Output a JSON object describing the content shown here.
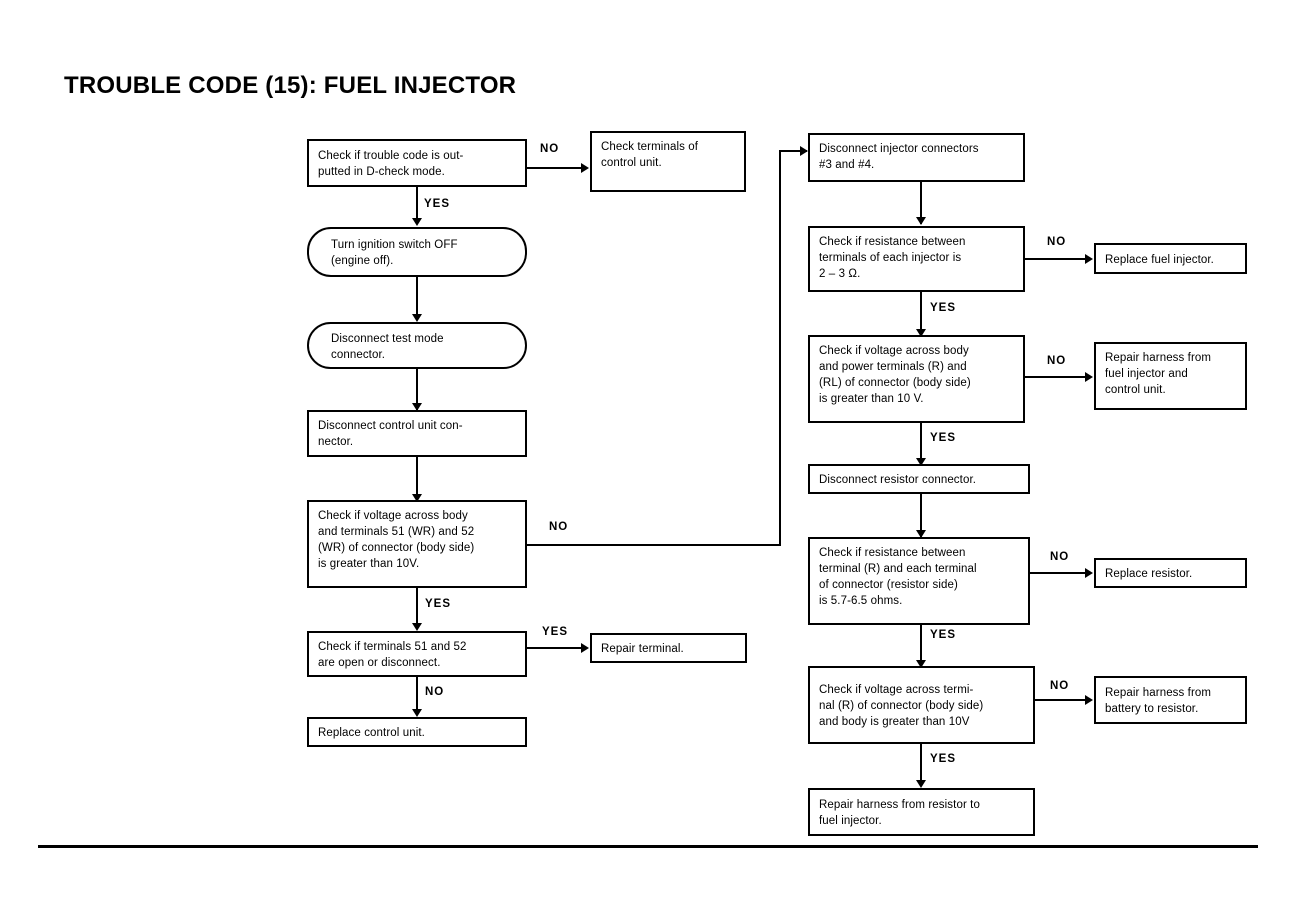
{
  "page": {
    "title": "TROUBLE CODE (15): FUEL INJECTOR",
    "ink_color": "#000000",
    "background_color": "#ffffff"
  },
  "nodes": {
    "n1": {
      "id": "check-trouble-code-output",
      "shape": "rect",
      "lines": [
        "Check if trouble code is out-",
        "putted in D-check mode."
      ]
    },
    "n2": {
      "id": "check-terminals-control-unit",
      "shape": "rect",
      "lines": [
        "Check terminals of",
        "control unit."
      ]
    },
    "n3": {
      "id": "turn-ignition-switch-off",
      "shape": "rounded",
      "lines": [
        "Turn ignition switch OFF",
        "(engine off)."
      ]
    },
    "n4": {
      "id": "disconnect-test-mode-connector",
      "shape": "rounded",
      "lines": [
        "Disconnect test mode",
        "connector."
      ]
    },
    "n5": {
      "id": "disconnect-control-unit-connector",
      "shape": "rect",
      "lines": [
        "Disconnect control unit con-",
        "nector."
      ]
    },
    "n6": {
      "id": "check-voltage-terminals-51-52",
      "shape": "rect",
      "lines": [
        "Check if voltage across body",
        "and terminals 51 (WR) and 52",
        "(WR) of connector (body side)",
        "is greater than 10V."
      ]
    },
    "n7": {
      "id": "check-terminals-51-52-open",
      "shape": "rect",
      "lines": [
        "Check if terminals 51 and 52",
        "are open or disconnect."
      ]
    },
    "n8": {
      "id": "repair-terminal",
      "shape": "rect",
      "lines": [
        "Repair terminal."
      ]
    },
    "n9": {
      "id": "replace-control-unit",
      "shape": "rect",
      "lines": [
        "Replace control unit."
      ]
    },
    "n10": {
      "id": "disconnect-injector-connectors",
      "shape": "rect",
      "lines": [
        "Disconnect injector connectors",
        "#3 and #4."
      ]
    },
    "n11": {
      "id": "check-resistance-injector-terminals",
      "shape": "rect",
      "lines": [
        "Check if resistance between",
        "terminals of each injector is",
        "2 – 3 Ω."
      ]
    },
    "n12": {
      "id": "replace-fuel-injector",
      "shape": "rect",
      "lines": [
        "Replace fuel injector."
      ]
    },
    "n13": {
      "id": "check-voltage-power-terminals",
      "shape": "rect",
      "lines": [
        "Check if voltage across body",
        "and power terminals (R) and",
        "(RL) of connector (body side)",
        "is greater than 10 V."
      ]
    },
    "n14": {
      "id": "repair-harness-injector-control-unit",
      "shape": "rect",
      "lines": [
        "Repair harness from",
        "fuel injector and",
        "control unit."
      ]
    },
    "n15": {
      "id": "disconnect-resistor-connector",
      "shape": "rect",
      "lines": [
        "Disconnect resistor connector."
      ]
    },
    "n16": {
      "id": "check-resistance-resistor-side",
      "shape": "rect",
      "lines": [
        "Check if resistance between",
        "terminal (R) and each terminal",
        "of connector (resistor side)",
        "is 5.7-6.5 ohms."
      ]
    },
    "n17": {
      "id": "replace-resistor",
      "shape": "rect",
      "lines": [
        "Replace resistor."
      ]
    },
    "n18": {
      "id": "check-voltage-terminal-r-body",
      "shape": "rect",
      "lines": [
        "Check if voltage across termi-",
        "nal (R) of connector (body side)",
        "and body is greater than 10V"
      ]
    },
    "n19": {
      "id": "repair-harness-battery-resistor",
      "shape": "rect",
      "lines": [
        "Repair harness from",
        "battery to resistor."
      ]
    },
    "n20": {
      "id": "repair-harness-resistor-injector",
      "shape": "rect",
      "lines": [
        "Repair harness from resistor to",
        "fuel injector."
      ]
    }
  },
  "edge_labels": {
    "e1_no": "NO",
    "e1_yes": "YES",
    "e6_no": "NO",
    "e6_yes": "YES",
    "e7_yes": "YES",
    "e7_no": "NO",
    "e11_no": "NO",
    "e11_yes": "YES",
    "e13_no": "NO",
    "e13_yes": "YES",
    "e16_no": "NO",
    "e16_yes": "YES",
    "e18_no": "NO",
    "e18_yes": "YES"
  }
}
